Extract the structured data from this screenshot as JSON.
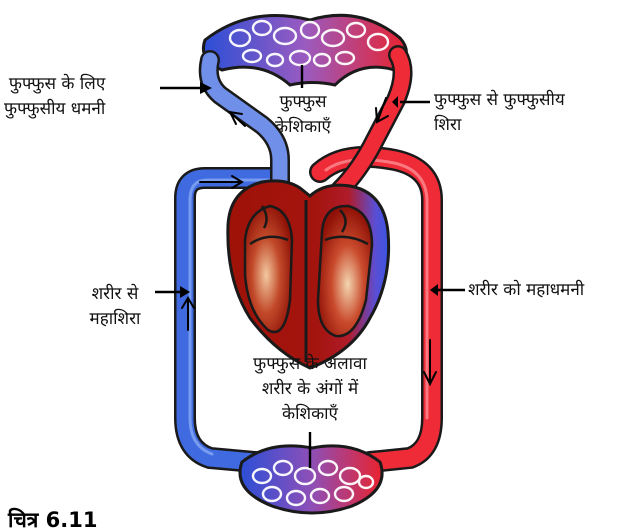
{
  "labels": {
    "pulmonary_artery_line1": "फुफ्फुस के लिए",
    "pulmonary_artery_line2": "फुफ्फुसीय धमनी",
    "lung_capillaries_line1": "फुफ्फुस",
    "lung_capillaries_line2": "केशिकाएँ",
    "pulmonary_vein_line1": "फुफ्फुस से फुफ्फुसीय",
    "pulmonary_vein_line2": "शिरा",
    "vena_cava_line1": "शरीर से",
    "vena_cava_line2": "महाशिरा",
    "aorta_label": "शरीर को महाधमनी",
    "body_capillaries_line1": "फुफ्फुस के अलावा",
    "body_capillaries_line2": "शरीर के अंगों में",
    "body_capillaries_line3": "केशिकाएँ"
  },
  "caption": "चित्र 6.11",
  "colors": {
    "oxygenated": "#e8232f",
    "deoxygenated": "#2b5fd9",
    "heart": "#a1120c",
    "vessel_outline": "#1a1a1a"
  }
}
